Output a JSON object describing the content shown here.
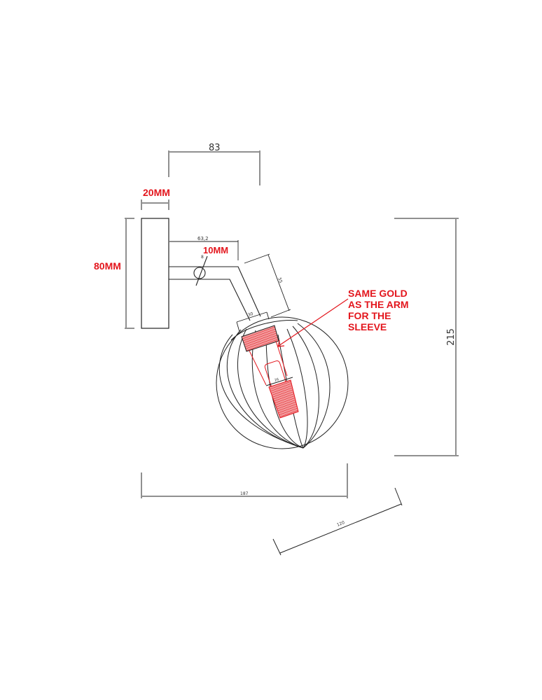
{
  "drawing": {
    "title": "Wall lamp technical drawing",
    "colors": {
      "line": "#222222",
      "annotation": "#e3161d",
      "hatch": "#e3161d",
      "background": "#ffffff"
    }
  },
  "dimensions": {
    "arm_projection": "83",
    "arm_length": "63,2",
    "arm_diameter": "8",
    "arm_drop": "55",
    "sleeve_width": "30",
    "bulb_socket": "26",
    "total_height": "215",
    "total_width": "187",
    "globe_diameter": "120"
  },
  "annotations": {
    "backplate_depth": "20MM",
    "backplate_height": "80MM",
    "arm_thickness": "10MM",
    "sleeve_note": [
      "SAME GOLD",
      "AS THE ARM",
      "FOR THE",
      "SLEEVE"
    ]
  }
}
